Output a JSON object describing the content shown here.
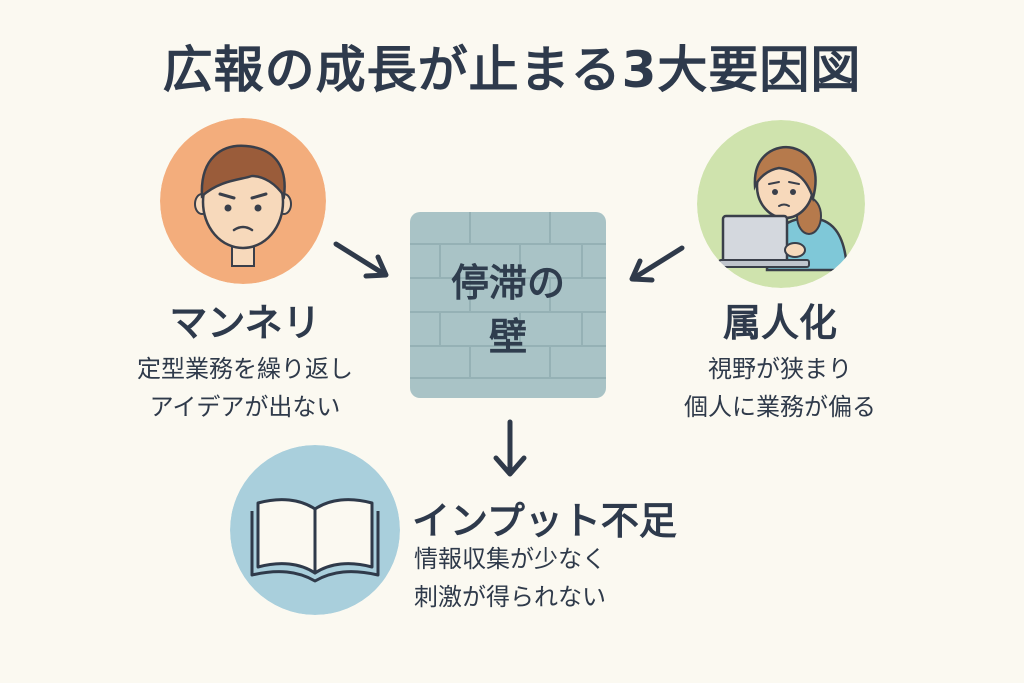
{
  "title": "広報の成長が止まる3大要因図",
  "center": {
    "line1": "停滞の",
    "line2": "壁"
  },
  "factors": [
    {
      "name": "マンネリ",
      "desc": [
        "定型業務を繰り返し",
        "アイデアが出ない"
      ],
      "color": "#f3ad7c"
    },
    {
      "name": "属人化",
      "desc": [
        "視野が狭まり",
        "個人に業務が偏る"
      ],
      "color": "#cfe3ad"
    },
    {
      "name": "インプット不足",
      "desc": [
        "情報収集が少なく",
        "刺激が得られない"
      ],
      "color": "#a9cfdc"
    }
  ],
  "colors": {
    "background": "#fbf9f1",
    "wall": "#a9c3c6",
    "text": "#2e3a4c"
  }
}
